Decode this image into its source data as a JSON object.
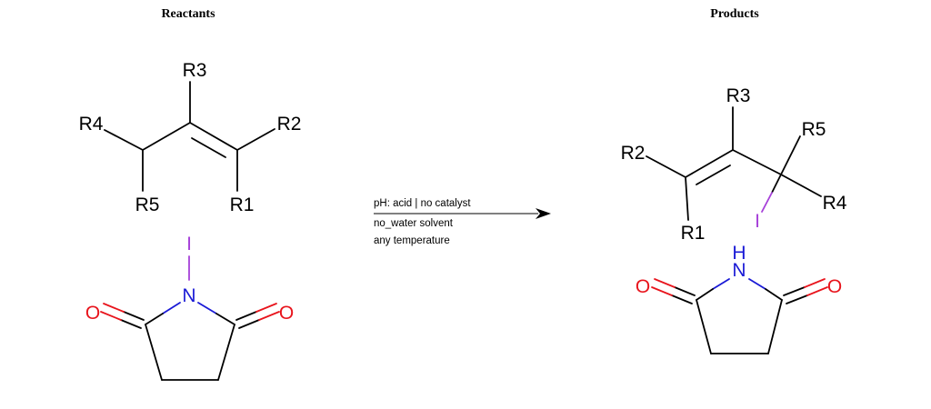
{
  "headings": {
    "reactants": "Reactants",
    "products": "Products"
  },
  "conditions": {
    "line1": "pH: acid | no catalyst",
    "line2": "no_water solvent",
    "line3": "any temperature"
  },
  "atoms": {
    "r1": "R1",
    "r2": "R2",
    "r3": "R3",
    "r4": "R4",
    "r5": "R5",
    "iodine": "I",
    "nitrogen": "N",
    "oxygen": "O",
    "nh": "H"
  },
  "colors": {
    "bond": "#000000",
    "oxygen": "#e8141c",
    "nitrogen": "#1a1ad6",
    "iodine": "#a640d9"
  }
}
